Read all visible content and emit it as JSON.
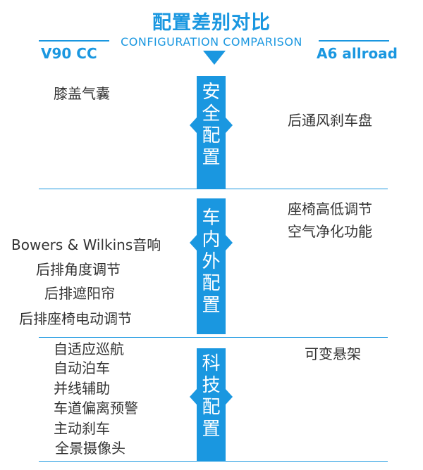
{
  "header": {
    "title": "配置差别对比",
    "subtitle": "CONFIGURATION COMPARISON",
    "left_model": "V90 CC",
    "right_model": "A6 allroad"
  },
  "sections": [
    {
      "category": [
        "安",
        "全",
        "配",
        "置"
      ],
      "left_items": [
        "膝盖气囊"
      ],
      "right_items": [
        "后通风刹车盘"
      ]
    },
    {
      "category": [
        "车",
        "内",
        "外",
        "配",
        "置"
      ],
      "left_items": [
        "Bowers & Wilkins音响",
        "后排角度调节",
        "后排遮阳帘",
        "后排座椅电动调节"
      ],
      "right_items": [
        "座椅高低调节",
        "空气净化功能"
      ]
    },
    {
      "category": [
        "科",
        "技",
        "配",
        "置"
      ],
      "left_items": [
        "自适应巡航",
        "自动泊车",
        "并线辅助",
        "车道偏离预警",
        "主动刹车",
        "全景摄像头"
      ],
      "right_items": [
        "可变悬架"
      ]
    }
  ],
  "colors": {
    "accent": "#1a97e0",
    "text": "#333333"
  }
}
